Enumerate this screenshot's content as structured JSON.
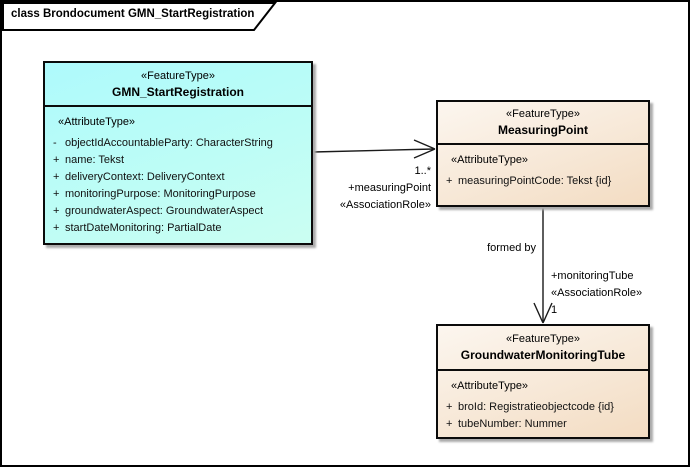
{
  "frame": {
    "title": "class Brondocument GMN_StartRegistration"
  },
  "colors": {
    "class_fill_cyan": "#b7fcf9",
    "class_fill_tan": "#f6e5d0",
    "border": "#000000",
    "background": "#ffffff"
  },
  "classes": {
    "gmn_start_registration": {
      "stereotype": "«FeatureType»",
      "name": "GMN_StartRegistration",
      "attr_stereotype": "«AttributeType»",
      "attributes": [
        {
          "vis": "-",
          "text": "objectIdAccountableParty: CharacterString"
        },
        {
          "vis": "+",
          "text": "name: Tekst"
        },
        {
          "vis": "+",
          "text": "deliveryContext: DeliveryContext"
        },
        {
          "vis": "+",
          "text": "monitoringPurpose: MonitoringPurpose"
        },
        {
          "vis": "+",
          "text": "groundwaterAspect: GroundwaterAspect"
        },
        {
          "vis": "+",
          "text": "startDateMonitoring: PartialDate"
        }
      ]
    },
    "measuring_point": {
      "stereotype": "«FeatureType»",
      "name": "MeasuringPoint",
      "attr_stereotype": "«AttributeType»",
      "attributes": [
        {
          "vis": "+",
          "text": "measuringPointCode: Tekst {id}"
        }
      ]
    },
    "groundwater_monitoring_tube": {
      "stereotype": "«FeatureType»",
      "name": "GroundwaterMonitoringTube",
      "attr_stereotype": "«AttributeType»",
      "attributes": [
        {
          "vis": "+",
          "text": "broId: Registratieobjectcode {id}"
        },
        {
          "vis": "+",
          "text": "tubeNumber: Nummer"
        }
      ]
    }
  },
  "associations": {
    "measuring_point_assoc": {
      "multiplicity": "1..*",
      "role": "+measuringPoint",
      "stereotype": "«AssociationRole»"
    },
    "monitoring_tube_assoc": {
      "name": "formed by",
      "role": "+monitoringTube",
      "stereotype": "«AssociationRole»",
      "multiplicity": "1"
    }
  }
}
